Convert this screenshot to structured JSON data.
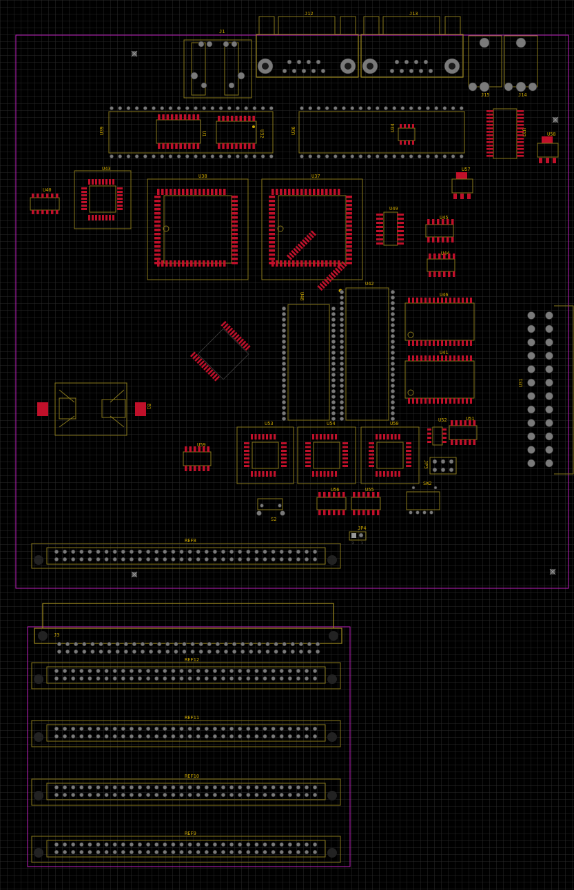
{
  "window": {
    "title": ""
  },
  "colors": {
    "background": "#000000",
    "grid": "#2a2a2a",
    "board_outline": "#c020c0",
    "silkscreen": "#8a7a1c",
    "ref_text": "#c8a400",
    "smd_pad": "#c0102a",
    "through_hole": "#7a7a7a"
  },
  "refs": {
    "j12": "J12",
    "j13": "J13",
    "j1": "J1",
    "j15": "J15",
    "j14": "J14",
    "u39": "U39",
    "u1": "U1",
    "u32": "U32",
    "u36": "U36",
    "u34": "U34",
    "u33": "U33",
    "u58": "U58",
    "u43": "U43",
    "u40": "U40",
    "u38": "U38",
    "u37": "U37",
    "u57": "U57",
    "u49": "U49",
    "u45": "U45",
    "u44": "U44",
    "u42": "U42",
    "u48": "U48",
    "u46": "U46",
    "u41": "U41",
    "u31": "U31",
    "u52": "U52",
    "u51": "U51",
    "u53": "U53",
    "u54": "U54",
    "u50": "U50",
    "u59": "U59",
    "u56": "U56",
    "u55": "U55",
    "jp3": "JP3",
    "sw2": "SW2",
    "s2": "S2",
    "jp4": "JP4",
    "b1": "B1",
    "ref8": "REF8",
    "ref12": "REF12",
    "ref11": "REF11",
    "ref10": "REF10",
    "ref9": "REF9",
    "j3": "J3"
  },
  "pin_labels": {
    "jp4_a": "2",
    "jp4_b": "1"
  }
}
